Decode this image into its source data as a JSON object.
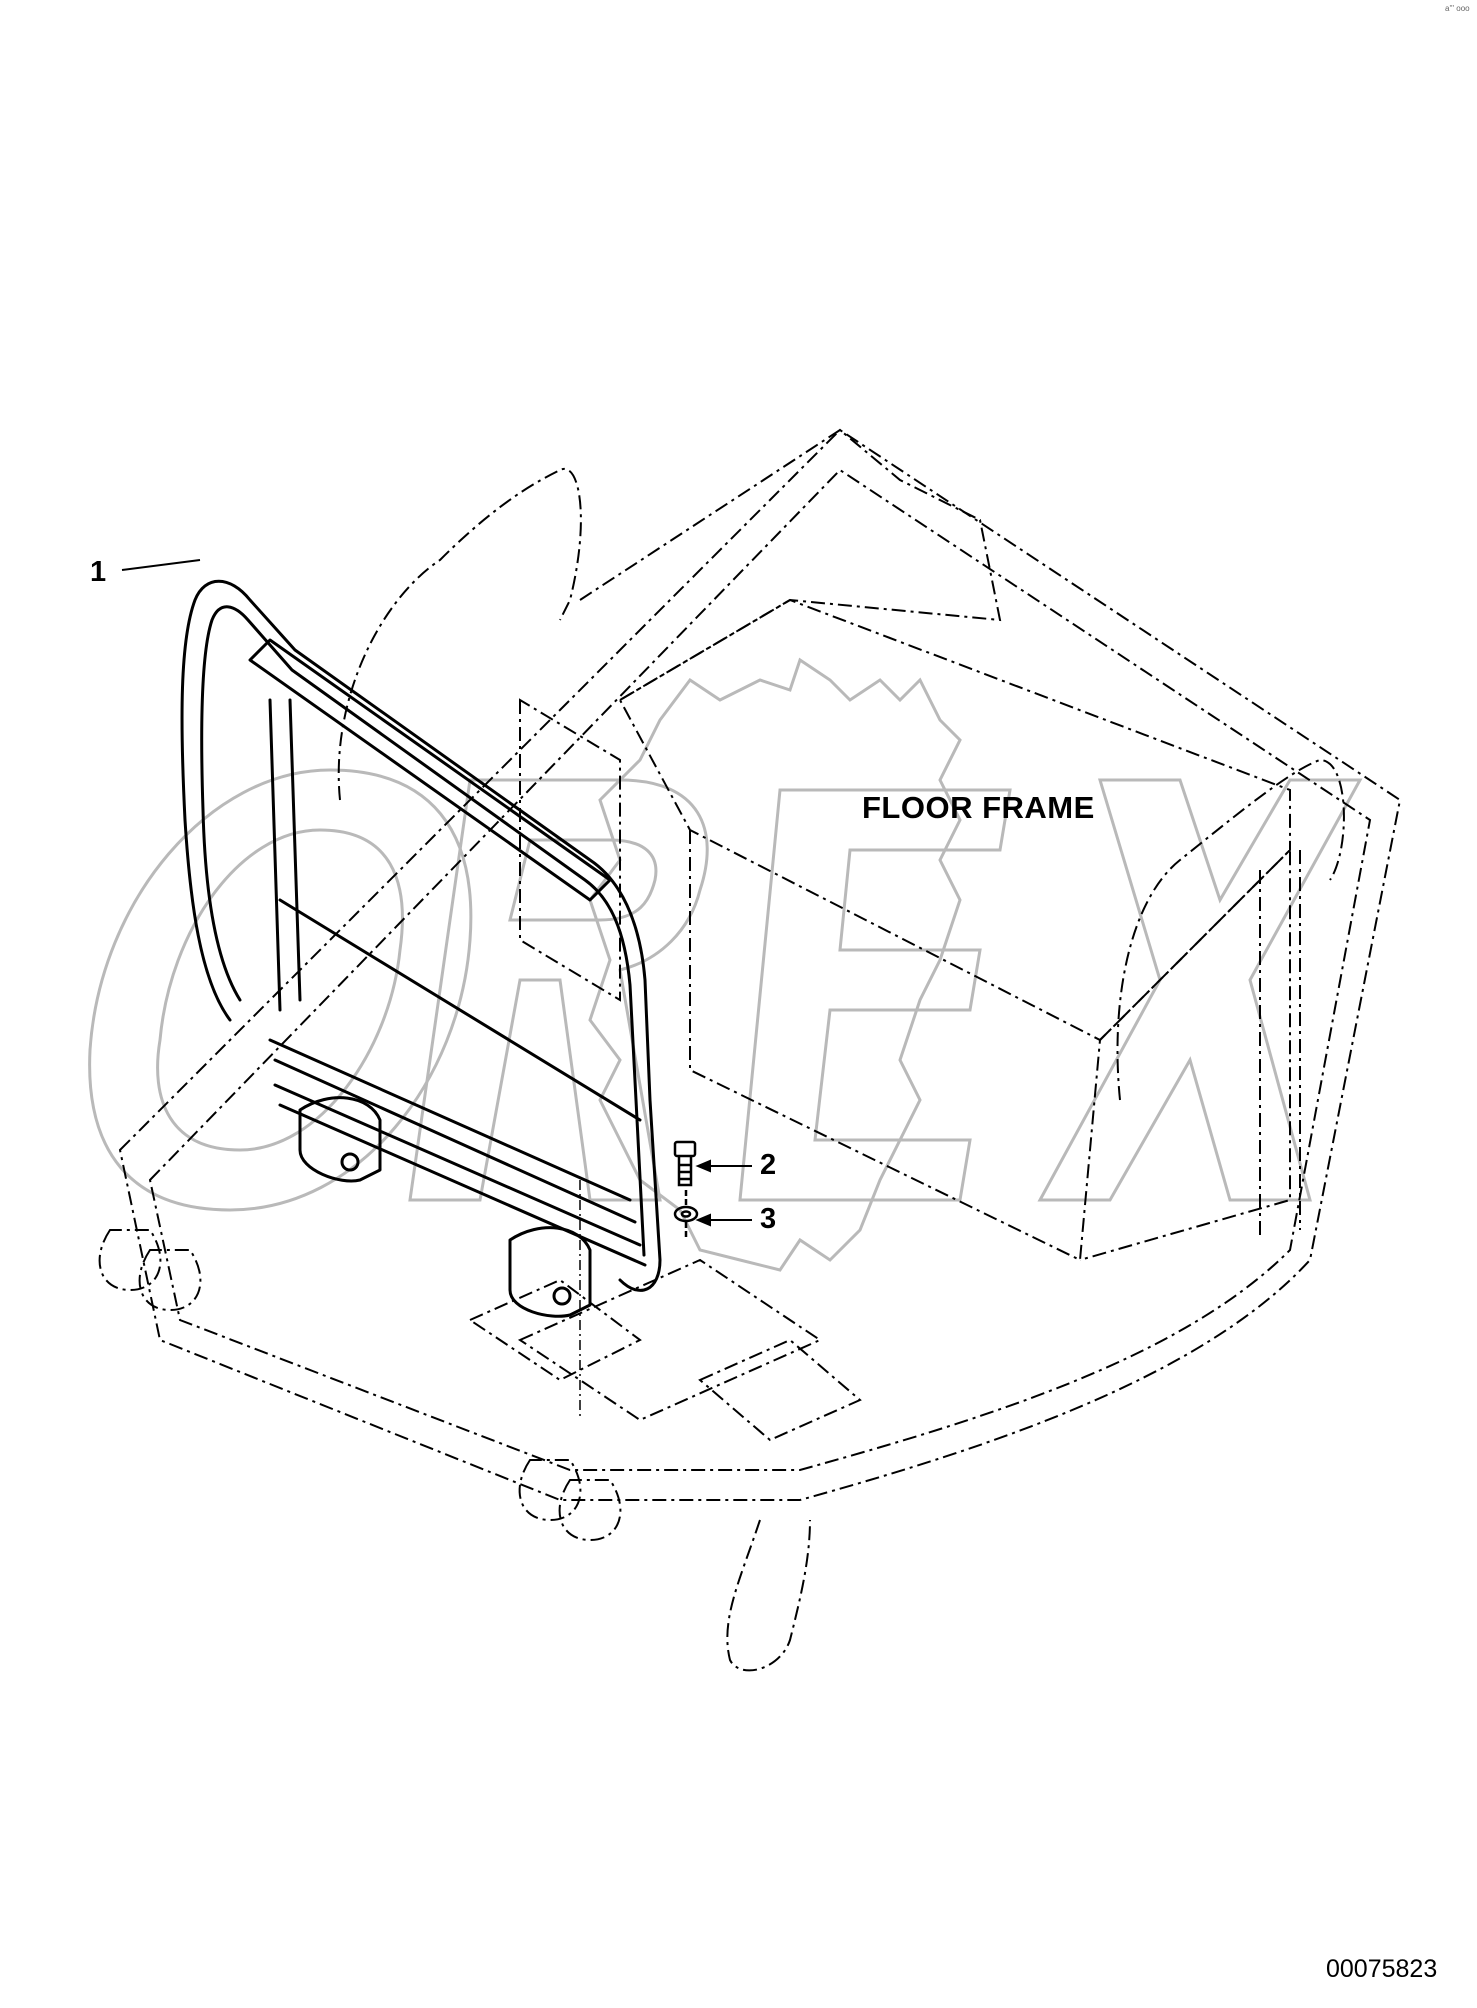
{
  "diagram": {
    "frame_label": "FLOOR FRAME",
    "callouts": [
      {
        "id": "1",
        "label": "1"
      },
      {
        "id": "2",
        "label": "2"
      },
      {
        "id": "3",
        "label": "3"
      }
    ],
    "drawing_number": "00075823",
    "watermark": "OREX",
    "corner_mark": "a''' ooo"
  },
  "colors": {
    "line": "#000000",
    "watermark": "#b9b9b9",
    "background": "#ffffff"
  }
}
